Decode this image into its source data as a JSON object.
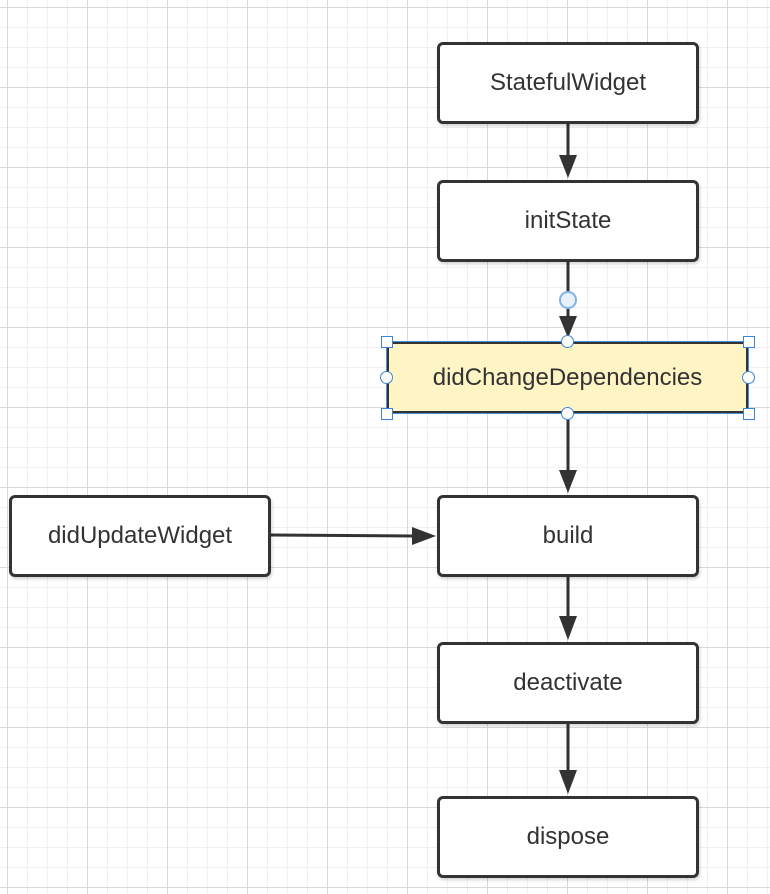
{
  "nodes": {
    "stateful_widget": "StatefulWidget",
    "init_state": "initState",
    "did_change_dependencies": "didChangeDependencies",
    "did_update_widget": "didUpdateWidget",
    "build": "build",
    "deactivate": "deactivate",
    "dispose": "dispose"
  },
  "colors": {
    "node_border": "#333333",
    "selected_fill": "#fff4c3",
    "selection_handle": "#3a86d6",
    "edge": "#333333"
  }
}
